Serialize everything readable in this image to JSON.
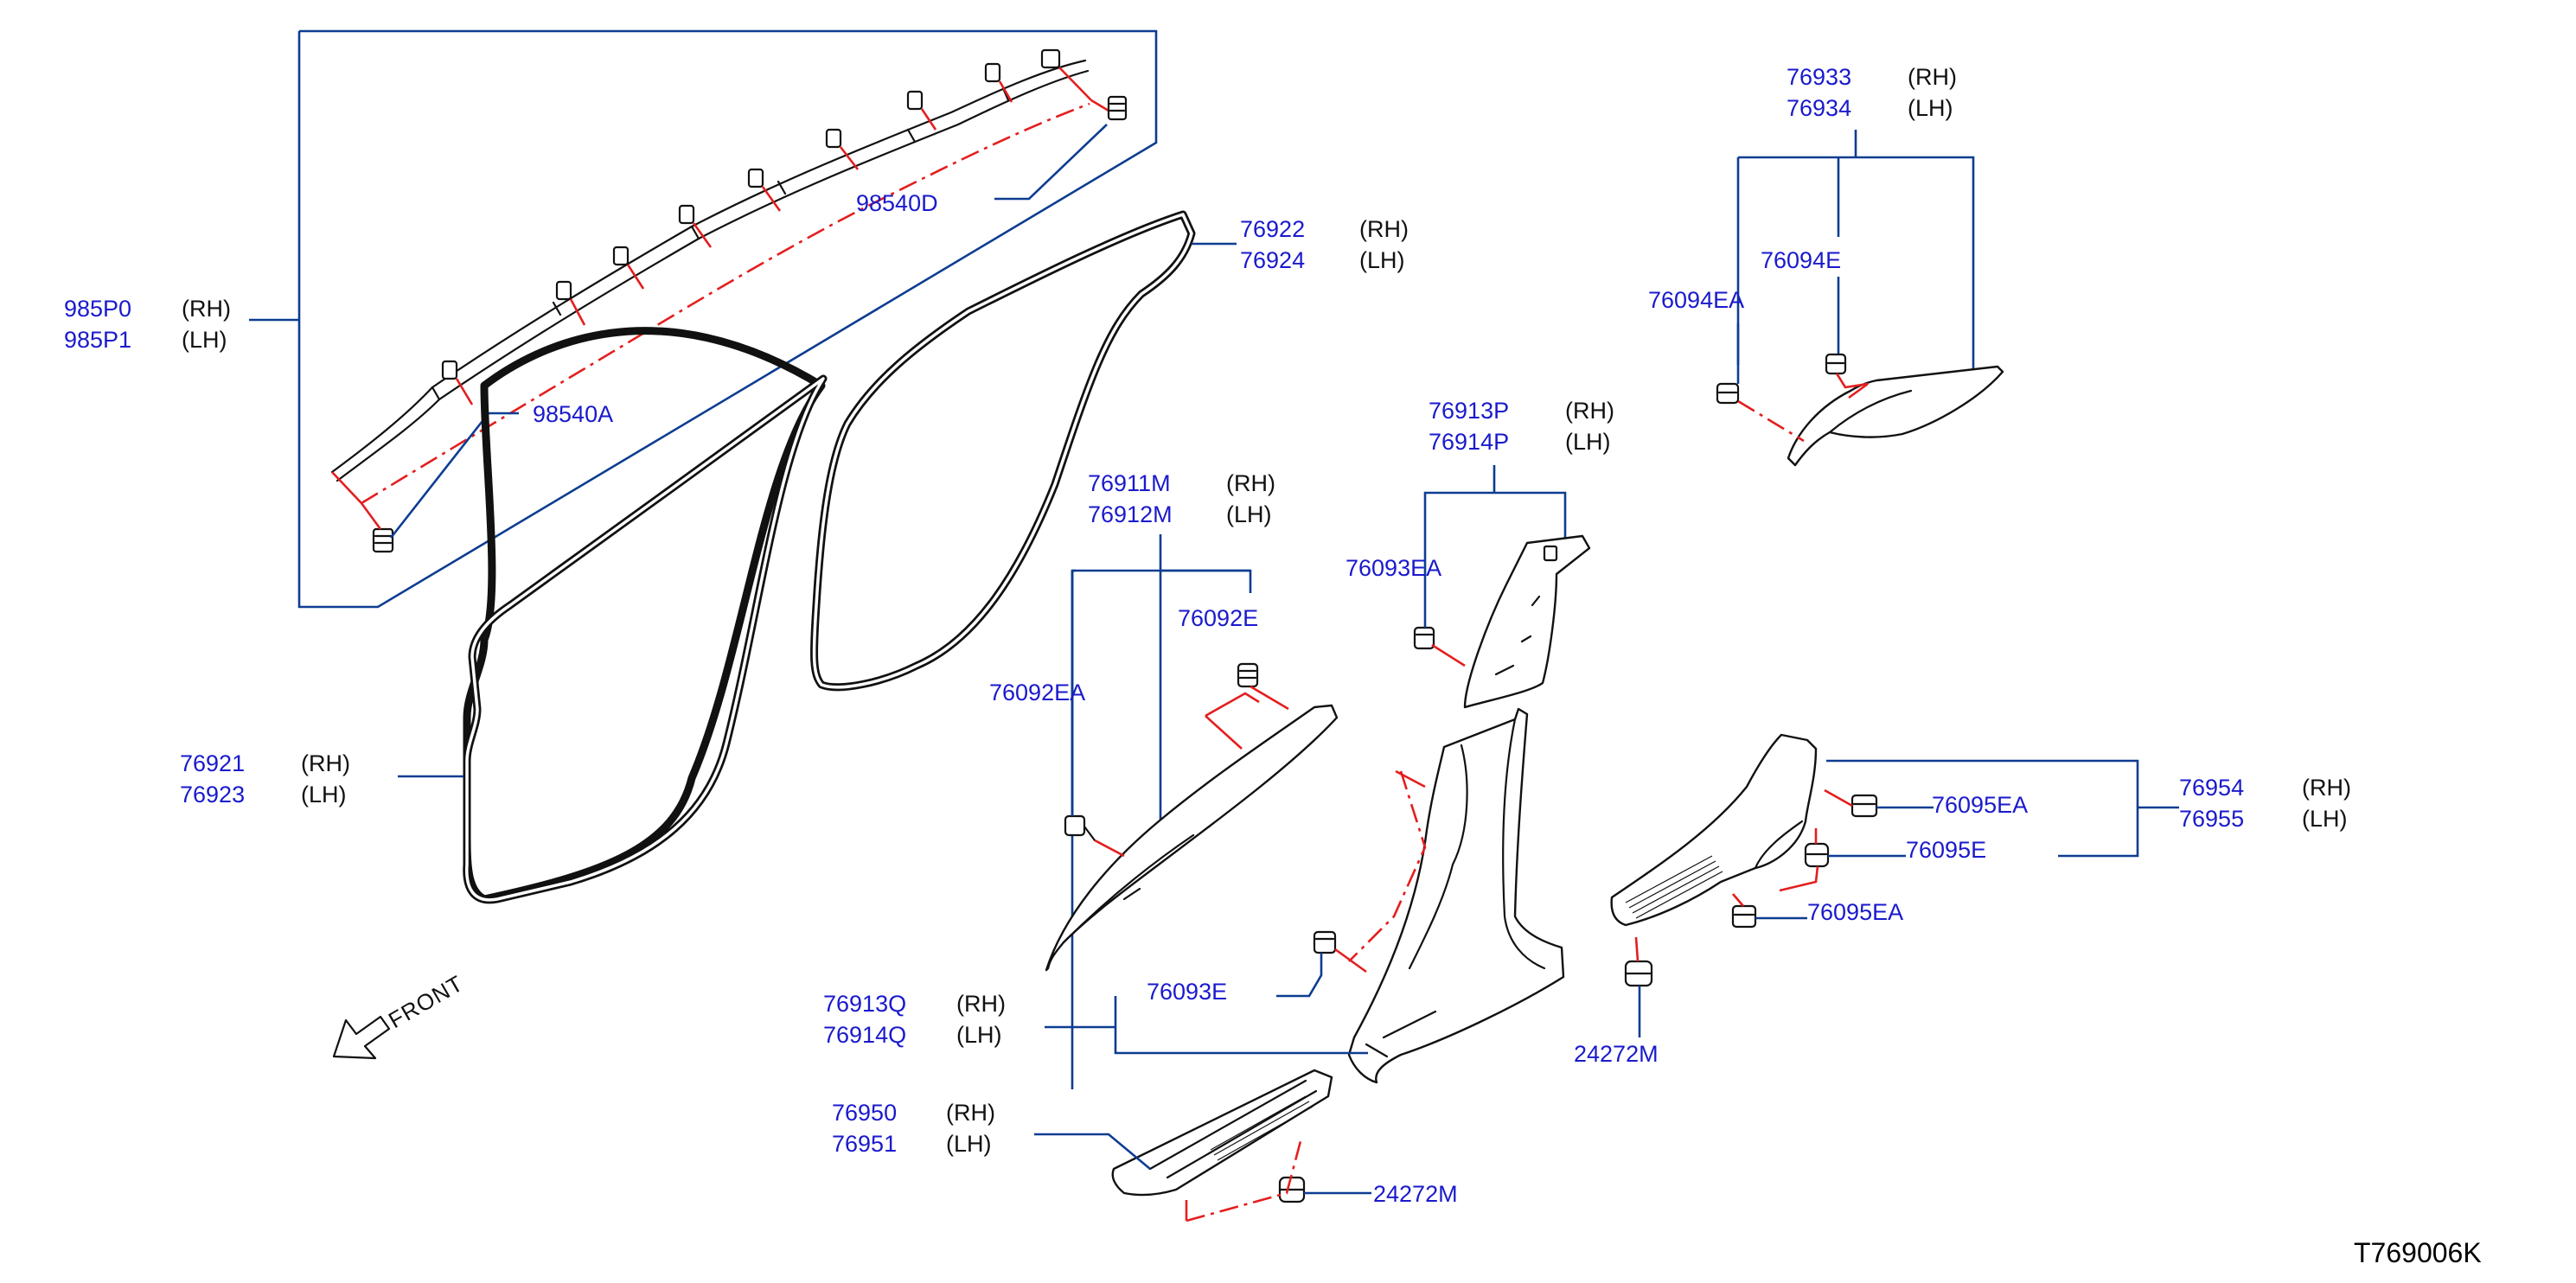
{
  "diagram_code": "T769006K",
  "front_label": "FRONT",
  "callouts": [
    {
      "id": "c985p",
      "lines": [
        {
          "part": "985P0",
          "side": "(RH)"
        },
        {
          "part": "985P1",
          "side": "(LH)"
        }
      ]
    },
    {
      "id": "c98540d",
      "lines": [
        {
          "part": "98540D",
          "side": ""
        }
      ]
    },
    {
      "id": "c98540a",
      "lines": [
        {
          "part": "98540A",
          "side": ""
        }
      ]
    },
    {
      "id": "c76922",
      "lines": [
        {
          "part": "76922",
          "side": "(RH)"
        },
        {
          "part": "76924",
          "side": "(LH)"
        }
      ]
    },
    {
      "id": "c76921",
      "lines": [
        {
          "part": "76921",
          "side": "(RH)"
        },
        {
          "part": "76923",
          "side": "(LH)"
        }
      ]
    },
    {
      "id": "c76911",
      "lines": [
        {
          "part": "76911M",
          "side": "(RH)"
        },
        {
          "part": "76912M",
          "side": "(LH)"
        }
      ]
    },
    {
      "id": "c76092e",
      "lines": [
        {
          "part": "76092E",
          "side": ""
        }
      ]
    },
    {
      "id": "c76092ea",
      "lines": [
        {
          "part": "76092EA",
          "side": ""
        }
      ]
    },
    {
      "id": "c76913p",
      "lines": [
        {
          "part": "76913P",
          "side": "(RH)"
        },
        {
          "part": "76914P",
          "side": "(LH)"
        }
      ]
    },
    {
      "id": "c76093ea",
      "lines": [
        {
          "part": "76093EA",
          "side": ""
        }
      ]
    },
    {
      "id": "c76933",
      "lines": [
        {
          "part": "76933",
          "side": "(RH)"
        },
        {
          "part": "76934",
          "side": "(LH)"
        }
      ]
    },
    {
      "id": "c76094e",
      "lines": [
        {
          "part": "76094E",
          "side": ""
        }
      ]
    },
    {
      "id": "c76094ea",
      "lines": [
        {
          "part": "76094EA",
          "side": ""
        }
      ]
    },
    {
      "id": "c76954",
      "lines": [
        {
          "part": "76954",
          "side": "(RH)"
        },
        {
          "part": "76955",
          "side": "(LH)"
        }
      ]
    },
    {
      "id": "c76095ea1",
      "lines": [
        {
          "part": "76095EA",
          "side": ""
        }
      ]
    },
    {
      "id": "c76095e",
      "lines": [
        {
          "part": "76095E",
          "side": ""
        }
      ]
    },
    {
      "id": "c76095ea2",
      "lines": [
        {
          "part": "76095EA",
          "side": ""
        }
      ]
    },
    {
      "id": "c24272m1",
      "lines": [
        {
          "part": "24272M",
          "side": ""
        }
      ]
    },
    {
      "id": "c76913q",
      "lines": [
        {
          "part": "76913Q",
          "side": "(RH)"
        },
        {
          "part": "76914Q",
          "side": "(LH)"
        }
      ]
    },
    {
      "id": "c76093e",
      "lines": [
        {
          "part": "76093E",
          "side": ""
        }
      ]
    },
    {
      "id": "c76950",
      "lines": [
        {
          "part": "76950",
          "side": "(RH)"
        },
        {
          "part": "76951",
          "side": "(LH)"
        }
      ]
    },
    {
      "id": "c24272m2",
      "lines": [
        {
          "part": "24272M",
          "side": ""
        }
      ]
    }
  ]
}
